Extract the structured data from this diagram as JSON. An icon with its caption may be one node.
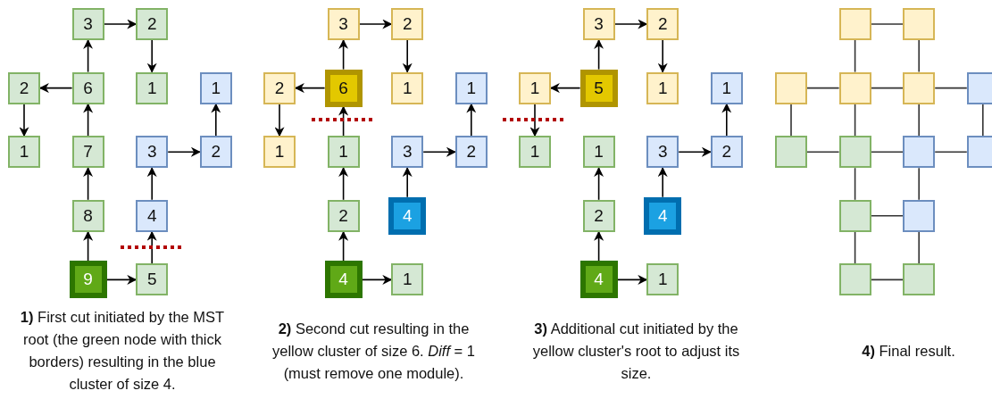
{
  "diagram": {
    "nodes": [
      {
        "text": [
          "3"
        ]
      },
      {
        "text": [
          "2"
        ]
      },
      {
        "text": [
          "2"
        ]
      },
      {
        "text": [
          "6"
        ]
      },
      {
        "text": [
          "1"
        ]
      },
      {
        "text": [
          "1"
        ]
      },
      {
        "text": [
          "1"
        ]
      },
      {
        "text": [
          "7"
        ]
      },
      {
        "text": [
          "3"
        ]
      },
      {
        "text": [
          "2"
        ]
      },
      {
        "text": [
          "8"
        ]
      },
      {
        "text": [
          "4"
        ]
      },
      {
        "text": [
          "9"
        ]
      },
      {
        "text": [
          "5"
        ]
      },
      {
        "text": [
          "3"
        ]
      },
      {
        "text": [
          "2"
        ]
      },
      {
        "text": [
          "2"
        ]
      },
      {
        "text": [
          "6"
        ]
      },
      {
        "text": [
          "1"
        ]
      },
      {
        "text": [
          "1"
        ]
      },
      {
        "text": [
          "1"
        ]
      },
      {
        "text": [
          "1"
        ]
      },
      {
        "text": [
          "3"
        ]
      },
      {
        "text": [
          "2"
        ]
      },
      {
        "text": [
          "2"
        ]
      },
      {
        "text": [
          "4"
        ]
      },
      {
        "text": [
          "4"
        ]
      },
      {
        "text": [
          "1"
        ]
      },
      {
        "text": [
          "3"
        ]
      },
      {
        "text": [
          "2"
        ]
      },
      {
        "text": [
          "1"
        ]
      },
      {
        "text": [
          "5"
        ]
      },
      {
        "text": [
          "1"
        ]
      },
      {
        "text": [
          "1"
        ]
      },
      {
        "text": [
          "1"
        ]
      },
      {
        "text": [
          "1"
        ]
      },
      {
        "text": [
          "3"
        ]
      },
      {
        "text": [
          "2"
        ]
      },
      {
        "text": [
          "2"
        ]
      },
      {
        "text": [
          "4"
        ]
      },
      {
        "text": [
          "4"
        ]
      },
      {
        "text": [
          "1"
        ]
      },
      {
        "text": [],
        "shape": "box"
      },
      {
        "text": [],
        "shape": "box"
      },
      {
        "text": [],
        "shape": "box"
      },
      {
        "text": [],
        "shape": "box"
      },
      {
        "text": [],
        "shape": "box"
      },
      {
        "text": [],
        "shape": "box"
      },
      {
        "text": [],
        "shape": "box"
      },
      {
        "text": [],
        "shape": "box"
      },
      {
        "text": [],
        "shape": "box"
      },
      {
        "text": [],
        "shape": "box"
      },
      {
        "text": [],
        "shape": "box"
      },
      {
        "text": [],
        "shape": "box"
      },
      {
        "text": [],
        "shape": "box"
      },
      {
        "text": [],
        "shape": "box"
      }
    ],
    "edges": [
      {
        "from": 0,
        "to": 1,
        "arrow": "to"
      },
      {
        "from": 1,
        "to": 4,
        "arrow": "to"
      },
      {
        "from": 3,
        "to": 2,
        "arrow": "to"
      },
      {
        "from": 3,
        "to": 0,
        "arrow": "to"
      },
      {
        "from": 2,
        "to": 6,
        "arrow": "to"
      },
      {
        "from": 7,
        "to": 3,
        "arrow": "to"
      },
      {
        "from": 10,
        "to": 7,
        "arrow": "to"
      },
      {
        "from": 12,
        "to": 10,
        "arrow": "to"
      },
      {
        "from": 12,
        "to": 13,
        "arrow": "to"
      },
      {
        "from": 13,
        "to": 11,
        "arrow": "to"
      },
      {
        "from": 11,
        "to": 8,
        "arrow": "to"
      },
      {
        "from": 8,
        "to": 9,
        "arrow": "to"
      },
      {
        "from": 9,
        "to": 5,
        "arrow": "to"
      },
      {
        "from": 14,
        "to": 15,
        "arrow": "to"
      },
      {
        "from": 15,
        "to": 18,
        "arrow": "to"
      },
      {
        "from": 17,
        "to": 16,
        "arrow": "to"
      },
      {
        "from": 17,
        "to": 14,
        "arrow": "to"
      },
      {
        "from": 16,
        "to": 20,
        "arrow": "to"
      },
      {
        "from": 21,
        "to": 17,
        "arrow": "to"
      },
      {
        "from": 24,
        "to": 21,
        "arrow": "to"
      },
      {
        "from": 26,
        "to": 24,
        "arrow": "to"
      },
      {
        "from": 26,
        "to": 27,
        "arrow": "to"
      },
      {
        "from": 25,
        "to": 22,
        "arrow": "to"
      },
      {
        "from": 22,
        "to": 23,
        "arrow": "to"
      },
      {
        "from": 23,
        "to": 19,
        "arrow": "to"
      },
      {
        "from": 28,
        "to": 29,
        "arrow": "to"
      },
      {
        "from": 29,
        "to": 32,
        "arrow": "to"
      },
      {
        "from": 31,
        "to": 30,
        "arrow": "to"
      },
      {
        "from": 31,
        "to": 28,
        "arrow": "to"
      },
      {
        "from": 30,
        "to": 34,
        "arrow": "to"
      },
      {
        "from": 38,
        "to": 35,
        "arrow": "to"
      },
      {
        "from": 40,
        "to": 38,
        "arrow": "to"
      },
      {
        "from": 40,
        "to": 41,
        "arrow": "to"
      },
      {
        "from": 39,
        "to": 36,
        "arrow": "to"
      },
      {
        "from": 36,
        "to": 37,
        "arrow": "to"
      },
      {
        "from": 37,
        "to": 33,
        "arrow": "to"
      },
      {
        "from": 42,
        "to": 43,
        "arrow": "none"
      },
      {
        "from": 42,
        "to": 45,
        "arrow": "none"
      },
      {
        "from": 43,
        "to": 46,
        "arrow": "none"
      },
      {
        "from": 44,
        "to": 45,
        "arrow": "none"
      },
      {
        "from": 45,
        "to": 46,
        "arrow": "none"
      },
      {
        "from": 46,
        "to": 47,
        "arrow": "none"
      },
      {
        "from": 44,
        "to": 48,
        "arrow": "none"
      },
      {
        "from": 45,
        "to": 49,
        "arrow": "none"
      },
      {
        "from": 46,
        "to": 50,
        "arrow": "none"
      },
      {
        "from": 47,
        "to": 51,
        "arrow": "none"
      },
      {
        "from": 48,
        "to": 49,
        "arrow": "none"
      },
      {
        "from": 49,
        "to": 50,
        "arrow": "none"
      },
      {
        "from": 50,
        "to": 51,
        "arrow": "none"
      },
      {
        "from": 49,
        "to": 52,
        "arrow": "none"
      },
      {
        "from": 50,
        "to": 53,
        "arrow": "none"
      },
      {
        "from": 52,
        "to": 53,
        "arrow": "none"
      },
      {
        "from": 52,
        "to": 54,
        "arrow": "none"
      },
      {
        "from": 53,
        "to": 55,
        "arrow": "none"
      },
      {
        "from": 54,
        "to": 55,
        "arrow": "none"
      }
    ],
    "labels": [
      "**1)** First cut initiated by the MST root (the green node with thick borders) resulting in the blue cluster of size 4.",
      "**2)** Second cut resulting in the yellow cluster of size 6. *Diff* = 1 (must remove one module).",
      "**3)** Additional cut initiated by the yellow cluster's root to adjust its size.",
      "**4)** Final result."
    ]
  }
}
